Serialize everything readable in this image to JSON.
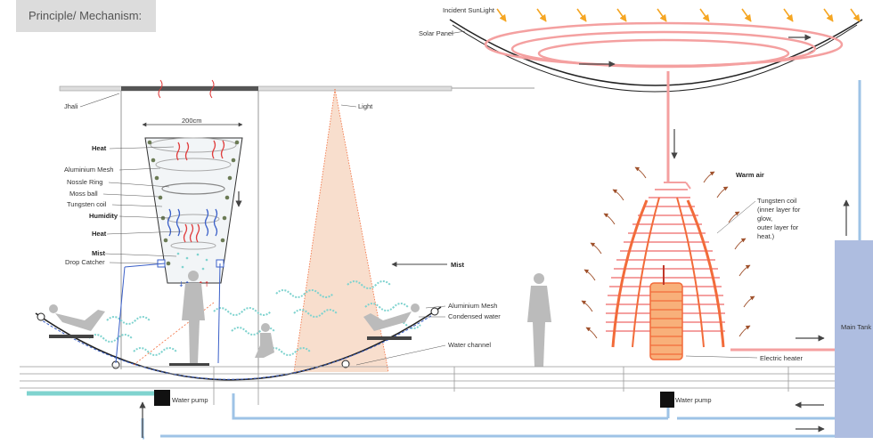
{
  "title": "Principle/ Mechanism:",
  "colors": {
    "red_coil": "#f08080",
    "orange_coil": "#f26b3a",
    "water": "#9ec3e6",
    "mist": "#7fd3cf",
    "light_cone": "#f7d8c4",
    "tank": "#aebde0",
    "sun_arrow": "#f5a623"
  },
  "labels": {
    "incident_sunlight": "Incident SunLight",
    "solar_panel": "Solar Panel",
    "jhali": "Jhali",
    "light": "Light",
    "dimension": "200cm",
    "heat_top": "Heat",
    "aluminium_mesh": "Aluminium Mesh",
    "nossle_ring": "Nossle Ring",
    "moss_ball": "Moss ball",
    "tungsten_coil": "Tungsten coil",
    "humidity": "Humidity",
    "heat_mid": "Heat",
    "mist_funnel": "Mist",
    "drop_catcher": "Drop Catcher",
    "mist_center": "Mist",
    "aluminium_mesh_right": "Aluminium Mesh",
    "condensed_water": "Condensed water",
    "water_channel": "Water channel",
    "warm_air": "Warm air",
    "tungsten_coil_desc_1": "Tungsten coil",
    "tungsten_coil_desc_2": "(inner layer for",
    "tungsten_coil_desc_3": "glow,",
    "tungsten_coil_desc_4": "outer layer for",
    "tungsten_coil_desc_5": "heat.)",
    "electric_heater": "Electric heater",
    "water_pump_left": "Water pump",
    "water_pump_right": "Water pump",
    "main_tank": "Main Tank"
  }
}
